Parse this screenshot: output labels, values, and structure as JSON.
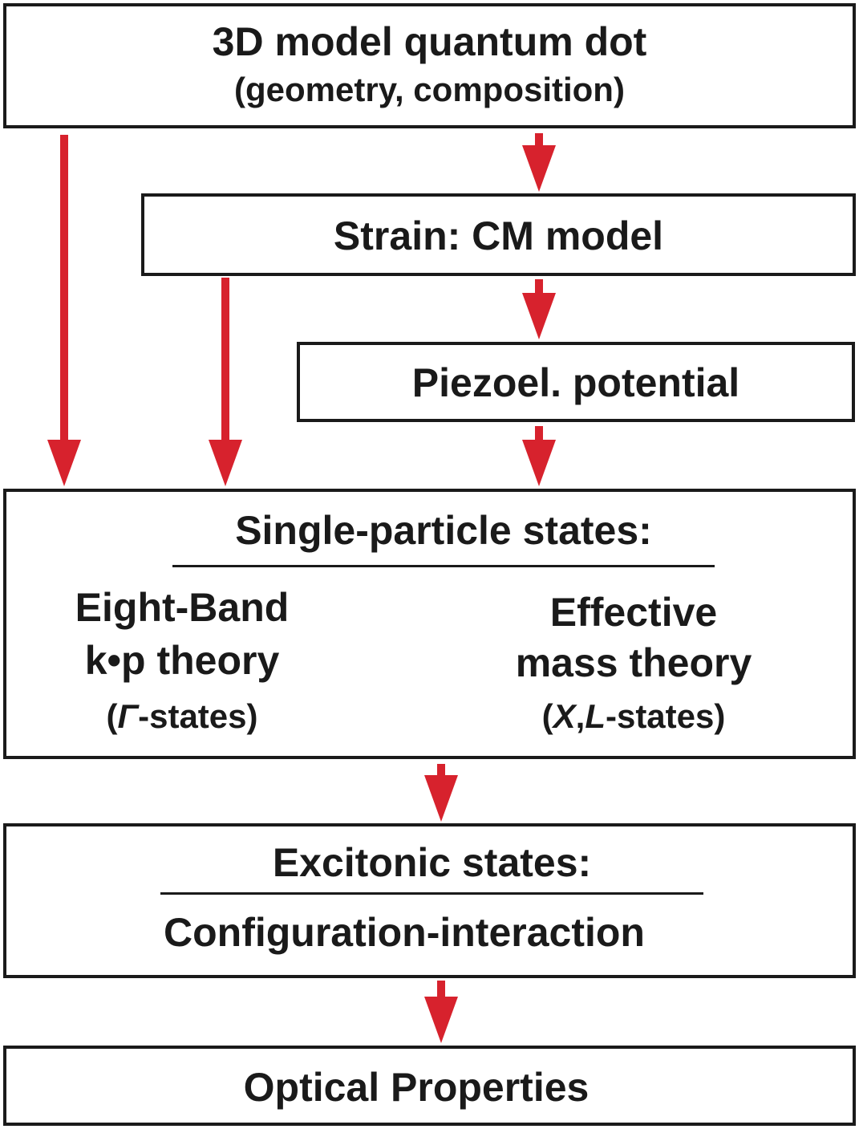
{
  "boxes": {
    "model": {
      "title": "3D model quantum dot",
      "subtitle": "(geometry, composition)"
    },
    "strain": {
      "title": "Strain: CM model"
    },
    "piezo": {
      "title": "Piezoel. potential"
    },
    "single": {
      "title": "Single-particle states:",
      "left": {
        "line1": "Eight-Band",
        "line2": "k•p theory",
        "note_open": "(",
        "note_sym": "Γ",
        "note_rest": "-states)"
      },
      "right": {
        "line1": "Effective",
        "line2": "mass theory",
        "note_open": "(",
        "note_sym1": "X",
        "note_comma": ",",
        "note_sym2": "L",
        "note_rest": "-states)"
      }
    },
    "excitonic": {
      "title": "Excitonic states:",
      "method": "Configuration-interaction"
    },
    "optical": {
      "title": "Optical Properties"
    }
  },
  "colors": {
    "arrow": "#d7222d",
    "border": "#1a1a1a",
    "text": "#1a1a1a"
  }
}
